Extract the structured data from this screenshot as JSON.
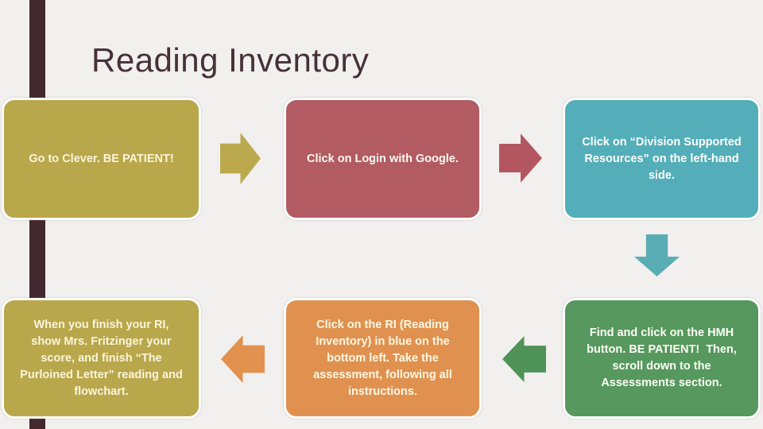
{
  "slide": {
    "title": "Reading Inventory",
    "title_color": "#463137",
    "background_color": "#f1f0ee",
    "accent_bar_color": "#44282f",
    "box_border_color": "#fcfcfa"
  },
  "flow": {
    "boxes": [
      {
        "step": 1,
        "text": "Go to Clever. BE PATIENT!",
        "color": "#b9a74c",
        "text_color": "#fbf5da"
      },
      {
        "step": 2,
        "text": "Click on Login with Google.",
        "color": "#b25b63",
        "text_color": "#fdf9ee"
      },
      {
        "step": 3,
        "text": "Click on “Division Supported\nResources” on the left-hand\nside.",
        "color": "#53aeb9",
        "text_color": "#fdfefb"
      },
      {
        "step": 4,
        "text": "Find and click on the HMH\nbutton. BE PATIENT!  Then,\nscroll down to the\nAssessments section.",
        "color": "#56985d",
        "text_color": "#fdfef6"
      },
      {
        "step": 5,
        "text": "Click on the RI (Reading\nInventory) in blue on the\nbottom left. Take the\nassessment, following all\ninstructions.",
        "color": "#e09150",
        "text_color": "#fdf8e3"
      },
      {
        "step": 6,
        "text": "When you finish your RI,\nshow Mrs. Fritzinger your\nscore, and finish “The\nPurloined Letter” reading and\nflowchart.",
        "color": "#b9a74c",
        "text_color": "#fbf5da"
      }
    ],
    "arrows": [
      {
        "from": 1,
        "to": 2,
        "direction": "right",
        "color": "#bca94d"
      },
      {
        "from": 2,
        "to": 3,
        "direction": "right",
        "color": "#b4565f"
      },
      {
        "from": 3,
        "to": 4,
        "direction": "down",
        "color": "#5aacb5"
      },
      {
        "from": 4,
        "to": 5,
        "direction": "left",
        "color": "#4f9257"
      },
      {
        "from": 5,
        "to": 6,
        "direction": "left",
        "color": "#e2914f"
      }
    ]
  }
}
